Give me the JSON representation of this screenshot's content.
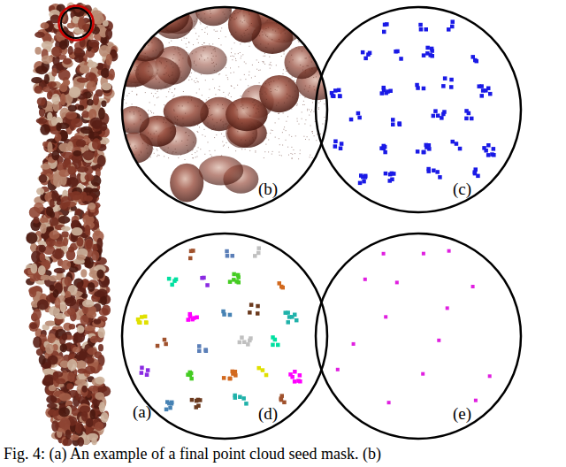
{
  "diagram": {
    "caption": "Fig. 4: (a) An example of a final point cloud seed mask. (b)",
    "labels": [
      "(a)",
      "(b)",
      "(c)",
      "(d)",
      "(e)"
    ]
  }
}
